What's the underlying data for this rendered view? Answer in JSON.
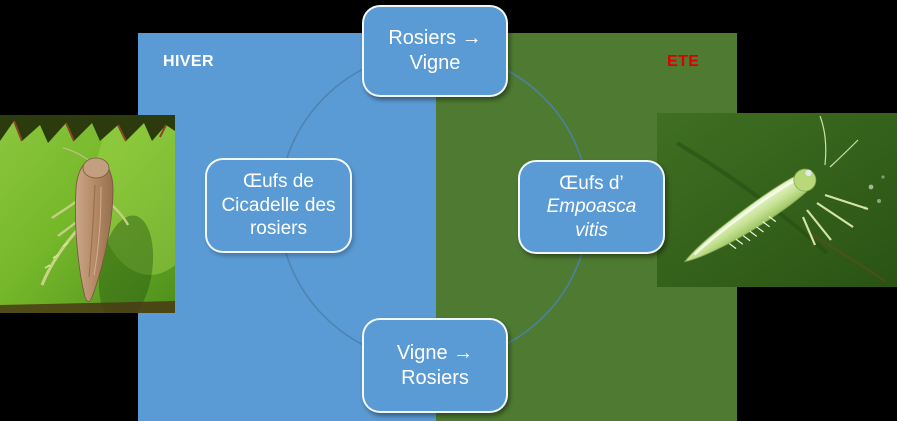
{
  "panels": {
    "winter": {
      "label": "HIVER",
      "color": "#5b9bd5",
      "label_color": "#ffffff"
    },
    "summer": {
      "label": "ETE",
      "color": "#4e7b31",
      "label_color": "#dd0000"
    }
  },
  "nodes": {
    "top": {
      "line1": "Rosiers →",
      "line2": "Vigne"
    },
    "bottom": {
      "line1": "Vigne →",
      "line2": "Rosiers"
    },
    "left": {
      "line1": "Œufs de",
      "line2": "Cicadelle des",
      "line3": "rosiers"
    },
    "right": {
      "line1": "Œufs d’",
      "line2": "Empoasca",
      "line3": "vitis"
    }
  },
  "node_style": {
    "fill": "#5b9bd5",
    "border": "#ffffff",
    "text_color": "#ffffff"
  },
  "cycle": {
    "stroke": "#4e81ad"
  },
  "photos": {
    "left": {
      "name": "rose-leafhopper-photo"
    },
    "right": {
      "name": "empoasca-vitis-photo"
    }
  }
}
